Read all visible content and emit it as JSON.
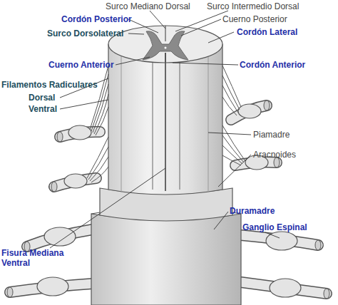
{
  "diagram": {
    "labels": [
      "Surco Mediano Dorsal",
      "Surco Intermedio Dorsal",
      "Cordón Posterior",
      "Cuerno Posterior",
      "Surco Dorsolateral",
      "Cordón Lateral",
      "Cuerno Anterior",
      "Cordón Anterior",
      "Filamentos Radiculares",
      "Dorsal",
      "Ventral",
      "Piamadre",
      "Aracnoides",
      "Duramadre",
      "Ganglio Espinal",
      "Fisura Mediana Ventral"
    ]
  }
}
